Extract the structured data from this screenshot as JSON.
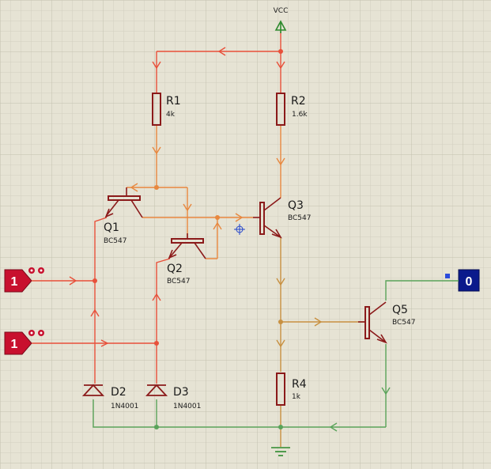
{
  "colors": {
    "background": "#e6e3d4",
    "grid_minor": "#d2cfbf",
    "grid_major": "#c3c0ae",
    "wire_high": "#e8503a",
    "wire_mid": "#e8883f",
    "wire_low": "#c89040",
    "wire_ground": "#5aa35a",
    "component": "#8b1a1a",
    "pin_high": "#c8102e",
    "pin_low": "#0a1a8c"
  },
  "supply": {
    "label": "VCC"
  },
  "inputs": [
    {
      "id": "input-a",
      "value": "1"
    },
    {
      "id": "input-b",
      "value": "1"
    }
  ],
  "output": {
    "value": "0"
  },
  "resistors": [
    {
      "ref": "R1",
      "value": "4k"
    },
    {
      "ref": "R2",
      "value": "1.6k"
    },
    {
      "ref": "R4",
      "value": "1k"
    }
  ],
  "transistors": [
    {
      "ref": "Q1",
      "model": "BC547"
    },
    {
      "ref": "Q2",
      "model": "BC547"
    },
    {
      "ref": "Q3",
      "model": "BC547"
    },
    {
      "ref": "Q5",
      "model": "BC547"
    }
  ],
  "diodes": [
    {
      "ref": "D2",
      "model": "1N4001"
    },
    {
      "ref": "D3",
      "model": "1N4001"
    }
  ]
}
